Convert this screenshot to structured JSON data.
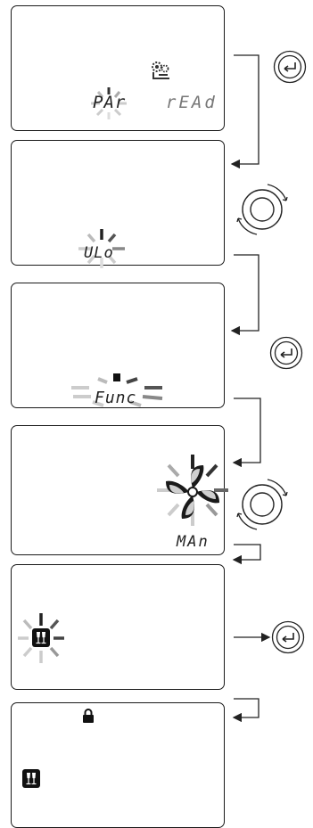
{
  "steps": [
    {
      "display_left": "PAr",
      "display_right": "rEAd",
      "icon": "settings-gear-icon",
      "control": "enter-button",
      "effect": "blinking"
    },
    {
      "display_left": "ULo",
      "control": "rotary-knob",
      "effect": "blinking"
    },
    {
      "display_left": "Func",
      "control": "enter-button",
      "effect": "blinking"
    },
    {
      "display_right": "MAn",
      "icon": "fan-icon",
      "control": "rotary-knob",
      "effect": "blinking"
    },
    {
      "icon": "party-mode-icon",
      "control": "enter-button",
      "effect": "blinking"
    },
    {
      "icon": "party-mode-icon",
      "status_icon": "lock-icon",
      "effect": "steady"
    }
  ]
}
